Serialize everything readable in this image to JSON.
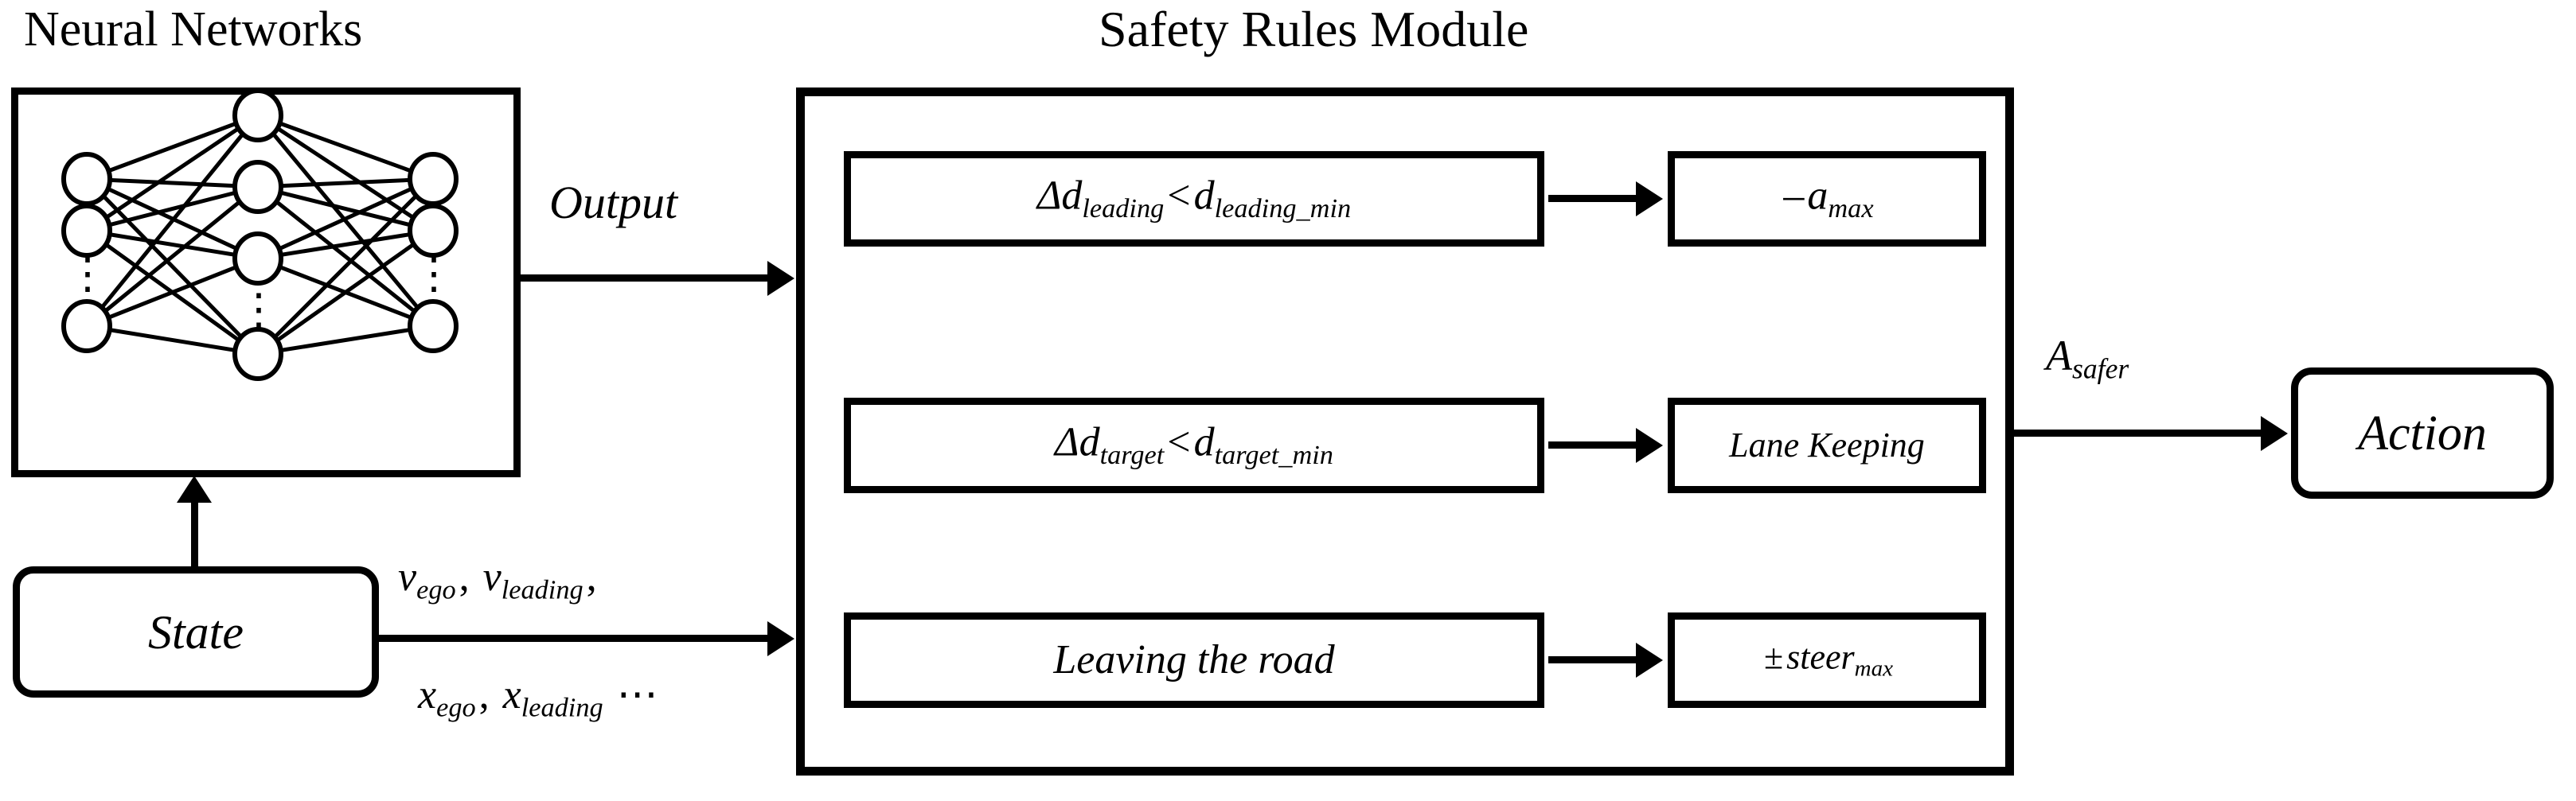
{
  "titles": {
    "neural_networks": "Neural Networks",
    "safety_rules_module": "Safety Rules Module"
  },
  "blocks": {
    "state": "State",
    "action": "Action"
  },
  "edge_labels": {
    "output": "Output",
    "state_line_1": "v_ego, v_leading,",
    "state_line_2": "x_ego, x_leading ⋯",
    "a_safer": "A_safer"
  },
  "state_vars": {
    "line1": [
      {
        "base": "v",
        "sub": "ego",
        "sep": ", "
      },
      {
        "base": "v",
        "sub": "leading",
        "sep": ","
      }
    ],
    "line2": [
      {
        "base": "x",
        "sub": "ego",
        "sep": ", "
      },
      {
        "base": "x",
        "sub": "leading",
        "sep": " ⋯"
      }
    ]
  },
  "a_safer": {
    "base": "A",
    "sub": "safer"
  },
  "rules": [
    {
      "condition": {
        "text": "Δd_leading < d_leading_min",
        "lhs_base": "Δd",
        "lhs_sub": "leading",
        "operator": "<",
        "rhs_base": "d",
        "rhs_sub": "leading_min"
      },
      "action": {
        "text": "-a_max",
        "prefix": "–",
        "base": "a",
        "sub": "max",
        "kind": "formula"
      }
    },
    {
      "condition": {
        "text": "Δd_target < d_target_min",
        "lhs_base": "Δd",
        "lhs_sub": "target",
        "operator": "<",
        "rhs_base": "d",
        "rhs_sub": "target_min"
      },
      "action": {
        "text": "Lane Keeping",
        "prefix": "",
        "base": "Lane Keeping",
        "sub": "",
        "kind": "text"
      }
    },
    {
      "condition": {
        "text": "Leaving the road",
        "lhs_base": "Leaving the road",
        "lhs_sub": "",
        "operator": "",
        "rhs_base": "",
        "rhs_sub": "",
        "kind": "text"
      },
      "action": {
        "text": "±steer_max",
        "prefix": "±",
        "base": "steer",
        "sub": "max",
        "kind": "formula"
      }
    }
  ],
  "neural_network": {
    "layers": [
      {
        "name": "input-layer",
        "visible_nodes": 3,
        "has_ellipsis": true
      },
      {
        "name": "hidden-layer",
        "visible_nodes": 4,
        "has_ellipsis": true
      },
      {
        "name": "output-layer",
        "visible_nodes": 3,
        "has_ellipsis": true
      }
    ],
    "ellipsis_glyph": "⋮"
  },
  "colors": {
    "stroke": "#000000",
    "background": "#ffffff",
    "text": "#000000"
  }
}
